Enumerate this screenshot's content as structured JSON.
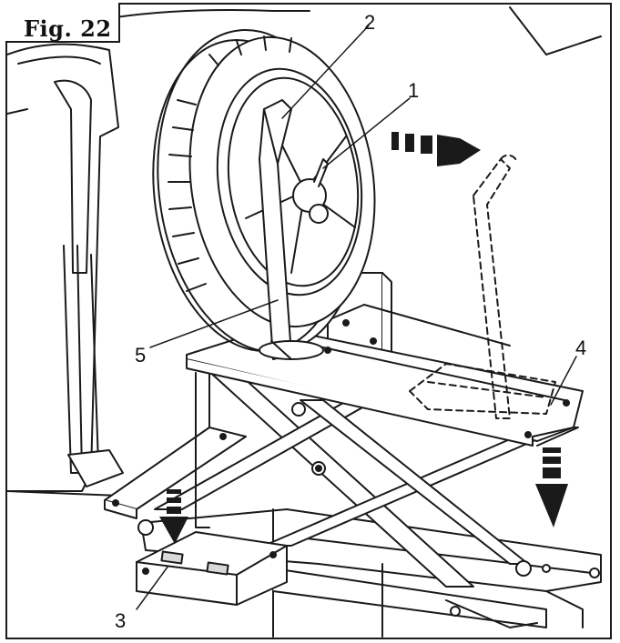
{
  "figure": {
    "label": "Fig. 22",
    "callouts": [
      {
        "id": "1",
        "text": "1"
      },
      {
        "id": "2",
        "text": "2"
      },
      {
        "id": "3",
        "text": "3"
      },
      {
        "id": "4",
        "text": "4"
      },
      {
        "id": "5",
        "text": "5"
      }
    ]
  },
  "colors": {
    "line": "#1a1a1a",
    "fill_light": "#ffffff",
    "fill_shade": "#d9d9d9"
  }
}
